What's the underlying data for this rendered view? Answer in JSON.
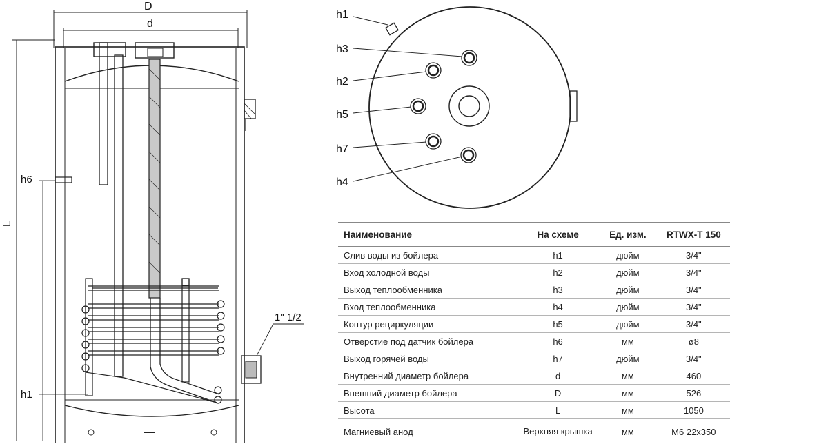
{
  "labels": {
    "D": "D",
    "d": "d",
    "L": "L",
    "h6": "h6",
    "h1": "h1",
    "thread": "1\" 1/2",
    "top_view": [
      "h1",
      "h3",
      "h2",
      "h5",
      "h7",
      "h4"
    ]
  },
  "table": {
    "headers": [
      "Наименование",
      "На схеме",
      "Ед. изм.",
      "RTWX-T 150"
    ],
    "rows": [
      [
        "Слив воды из бойлера",
        "h1",
        "дюйм",
        "3/4\""
      ],
      [
        "Вход холодной воды",
        "h2",
        "дюйм",
        "3/4\""
      ],
      [
        "Выход теплообменника",
        "h3",
        "дюйм",
        "3/4\""
      ],
      [
        "Вход теплообменника",
        "h4",
        "дюйм",
        "3/4\""
      ],
      [
        "Контур рециркуляции",
        "h5",
        "дюйм",
        "3/4\""
      ],
      [
        "Отверстие под датчик бойлера",
        "h6",
        "мм",
        "ø8"
      ],
      [
        "Выход горячей воды",
        "h7",
        "дюйм",
        "3/4\""
      ],
      [
        "Внутренний диаметр бойлера",
        "d",
        "мм",
        "460"
      ],
      [
        "Внешний диаметр бойлера",
        "D",
        "мм",
        "526"
      ],
      [
        "Высота",
        "L",
        "мм",
        "1050"
      ],
      [
        "Магниевый анод",
        "Верхняя крышка",
        "мм",
        "M6 22x350"
      ]
    ]
  }
}
